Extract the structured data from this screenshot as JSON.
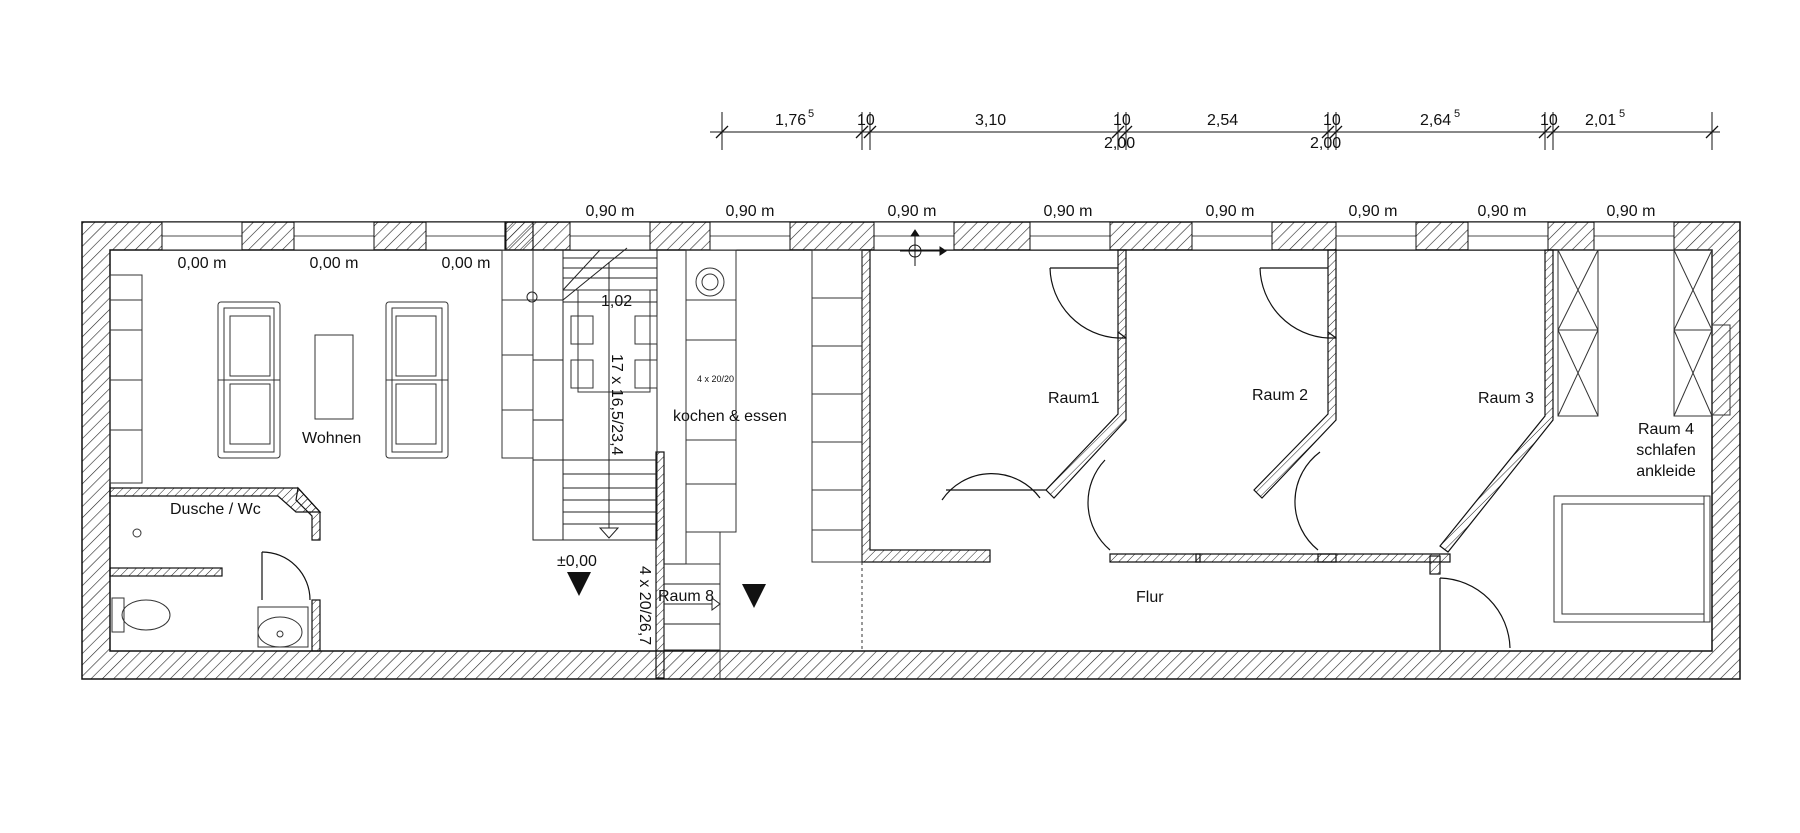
{
  "dimension_chain": {
    "segments": [
      "1,76",
      "3,10",
      "2,54",
      "2,64",
      "2,01"
    ],
    "segment_superscripts": [
      "5",
      "",
      "",
      "5",
      "5"
    ],
    "wall_marks": [
      "10",
      "10",
      "10",
      "10"
    ],
    "sub_marks": [
      "2,00",
      "2,00"
    ]
  },
  "window_widths": {
    "top": [
      "0,90 m",
      "0,90 m",
      "0,90 m",
      "0,90 m",
      "0,90 m",
      "0,90 m",
      "0,90 m",
      "0,90 m"
    ],
    "left": [
      "0,00 m",
      "0,00 m",
      "0,00 m"
    ]
  },
  "rooms": {
    "wohnen": "Wohnen",
    "dusche_wc": "Dusche / Wc",
    "kochen_essen": "kochen & essen",
    "raum1": "Raum1",
    "raum2": "Raum 2",
    "raum3": "Raum 3",
    "raum4_line1": "Raum 4",
    "raum4_line2": "schlafen",
    "raum4_line3": "ankleide",
    "raum8": "Raum 8",
    "flur": "Flur"
  },
  "annotations": {
    "stair_width": "1,02",
    "stair_main": "17 x 16,5/23,4",
    "stair_small": "4 x 20/26,7",
    "column_note": "4 x 20/20",
    "level": "±0,00"
  }
}
